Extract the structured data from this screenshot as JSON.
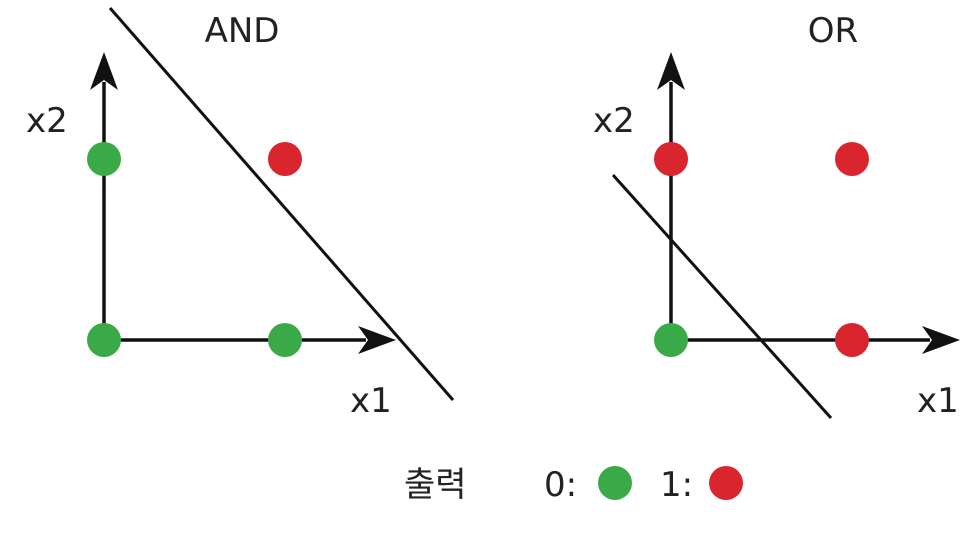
{
  "colors": {
    "output0": "#3aaa48",
    "output1": "#d9252e",
    "line": "#111111"
  },
  "panels": [
    {
      "id": "and",
      "title": "AND",
      "xlabel": "x1",
      "ylabel": "x2",
      "points": [
        {
          "x1": 0,
          "x2": 0,
          "output": 0
        },
        {
          "x1": 1,
          "x2": 0,
          "output": 0
        },
        {
          "x1": 0,
          "x2": 1,
          "output": 0
        },
        {
          "x1": 1,
          "x2": 1,
          "output": 1
        }
      ]
    },
    {
      "id": "or",
      "title": "OR",
      "xlabel": "x1",
      "ylabel": "x2",
      "points": [
        {
          "x1": 0,
          "x2": 0,
          "output": 0
        },
        {
          "x1": 1,
          "x2": 0,
          "output": 1
        },
        {
          "x1": 0,
          "x2": 1,
          "output": 1
        },
        {
          "x1": 1,
          "x2": 1,
          "output": 1
        }
      ]
    }
  ],
  "legend": {
    "label": "출력",
    "item0": "0:",
    "item1": "1:"
  }
}
